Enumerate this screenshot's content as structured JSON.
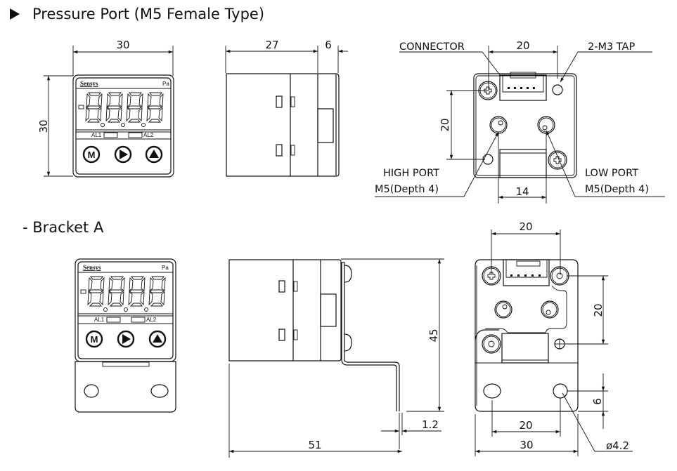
{
  "headings": {
    "section1": "Pressure Port (M5 Female Type)",
    "section2": "- Bracket A"
  },
  "front_view": {
    "brand": "Sensys",
    "unit": "Pa",
    "alarm1": "AL1",
    "alarm2": "AL2",
    "buttons": [
      "M",
      "play",
      "up"
    ],
    "dim_width": "30",
    "dim_height": "30"
  },
  "side_view": {
    "dim_body": "27",
    "dim_port": "6"
  },
  "rear_view": {
    "connector_label": "CONNECTOR",
    "tap_label": "2-M3 TAP",
    "high_port_label": "HIGH PORT",
    "high_port_spec": "M5(Depth 4)",
    "low_port_label": "LOW PORT",
    "low_port_spec": "M5(Depth 4)",
    "dim_top": "20",
    "dim_vertical": "20",
    "dim_bottom": "14"
  },
  "bracket_front": {
    "brand": "Sensys",
    "unit": "Pa",
    "alarm1": "AL1",
    "alarm2": "AL2"
  },
  "bracket_side": {
    "dim_height": "45",
    "dim_thickness": "1.2",
    "dim_length": "51"
  },
  "bracket_rear": {
    "dim_top": "20",
    "dim_vertical": "20",
    "dim_hole_offset": "6",
    "dim_hole_spacing": "20",
    "dim_width": "30",
    "hole_diameter": "ø4.2"
  }
}
